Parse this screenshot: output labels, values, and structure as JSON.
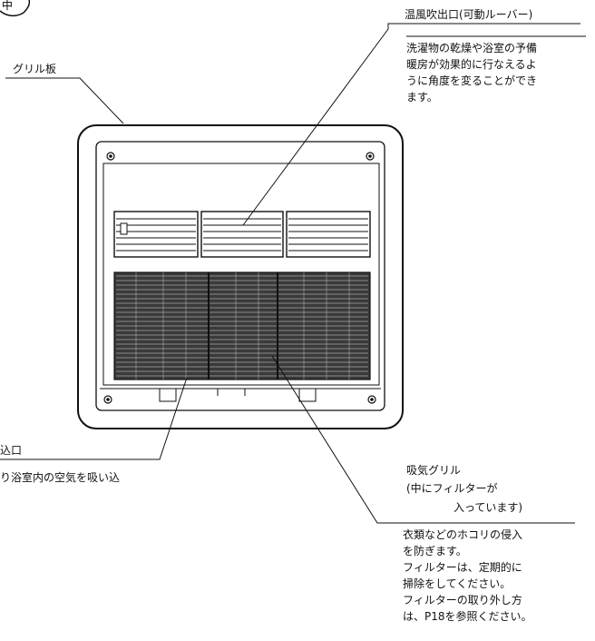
{
  "corner_mark": "中",
  "labels": {
    "grille_plate": "グリル板",
    "warm_outlet_title": "温風吹出口(可動ルーバー)",
    "warm_outlet_desc": [
      "洗濯物の乾燥や浴室の予備",
      "暖房が効果的に行なえるよ",
      "うに角度を変ることができ",
      "ます。"
    ],
    "intake_title": "込口",
    "intake_desc": "り浴室内の空気を吸い込",
    "suction_grille_title": [
      "吸気グリル",
      "(中にフィルターが",
      "入っています)"
    ],
    "suction_grille_desc": [
      "衣類などのホコリの侵入",
      "を防ぎます。",
      "フィルターは、定期的に",
      "掃除をしてください。",
      "フィルターの取り外し方",
      "は、P18を参照ください。"
    ]
  }
}
